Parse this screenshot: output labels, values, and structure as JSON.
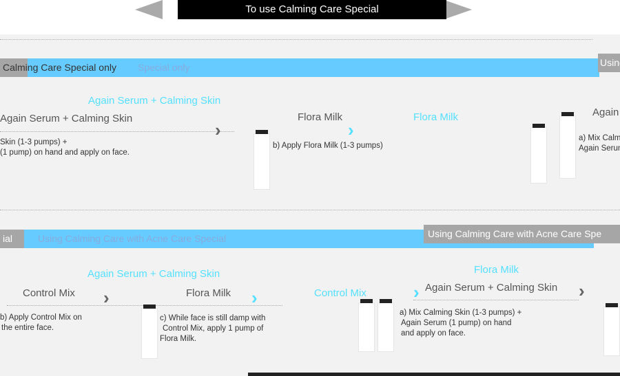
{
  "header": {
    "title": "To use Calming Care Special"
  },
  "section1": {
    "bar_label": "Calming Care Special only",
    "bar_label_ghost": "Special only",
    "right_tab": "Using",
    "step_a_title": "Again Serum + Calming Skin",
    "step_a_title_ghost": "Again Serum + Calming Skin",
    "step_a_desc_1": "Skin (1-3 pumps) +",
    "step_a_desc_2": "(1 pump) on hand and apply on face.",
    "step_b_title": "Flora Milk",
    "step_b_title_ghost": "Flora Milk",
    "step_b_desc": "b) Apply Flora Milk (1-3 pumps)",
    "right_title": "Again",
    "right_desc_1": "a) Mix Calmi",
    "right_desc_2": "Again Serum"
  },
  "section2": {
    "left_tab": "ial",
    "bar_label": "Using Calming Care with Acne Care Special",
    "right_tab": "Using Calming Care with Acne Care Spe",
    "control_mix": "Control Mix",
    "again_ghost": "Again Serum + Calming Skin",
    "flora_milk": "Flora Milk",
    "control_ghost": "Control Mix",
    "again_title": "Again Serum + Calming Skin",
    "flora_ghost": "Flora Milk",
    "desc_b_1": "b) Apply Control Mix on",
    "desc_b_2": "the entire face.",
    "desc_c_1": "c) While face is still damp with",
    "desc_c_2": "Control Mix, apply 1 pump of",
    "desc_c_3": "Flora Milk.",
    "desc_a_1": "a) Mix Calming Skin (1-3 pumps) +",
    "desc_a_2": "Again Serum (1 pump) on hand",
    "desc_a_3": "and apply on face."
  },
  "arrow_icon": "chevron-right-icon"
}
